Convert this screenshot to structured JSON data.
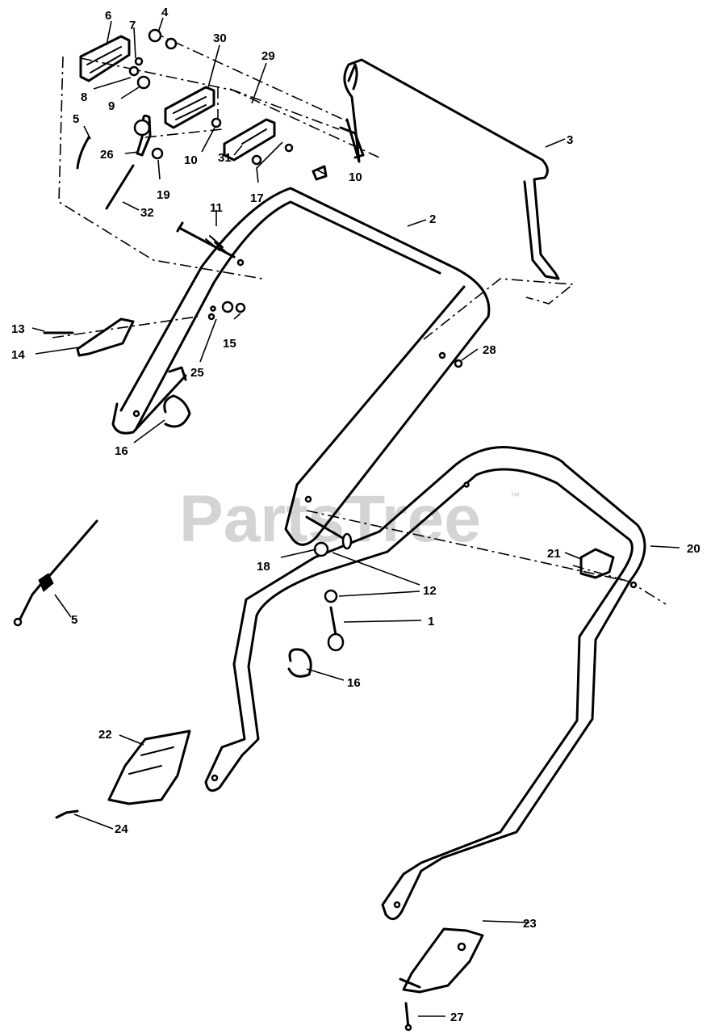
{
  "watermark": {
    "text": "PartsTree",
    "trademark": "™"
  },
  "callouts": {
    "c1": "1",
    "c2": "2",
    "c3": "3",
    "c4": "4",
    "c5a": "5",
    "c5b": "5",
    "c6": "6",
    "c7": "7",
    "c8": "8",
    "c9": "9",
    "c10a": "10",
    "c10b": "10",
    "c11": "11",
    "c12": "12",
    "c13": "13",
    "c14": "14",
    "c15": "15",
    "c16a": "16",
    "c16b": "16",
    "c17": "17",
    "c18": "18",
    "c19": "19",
    "c20": "20",
    "c21": "21",
    "c22": "22",
    "c23": "23",
    "c24": "24",
    "c25": "25",
    "c26": "26",
    "c27": "27",
    "c28": "28",
    "c29": "29",
    "c30": "30",
    "c31": "31",
    "c32": "32"
  }
}
